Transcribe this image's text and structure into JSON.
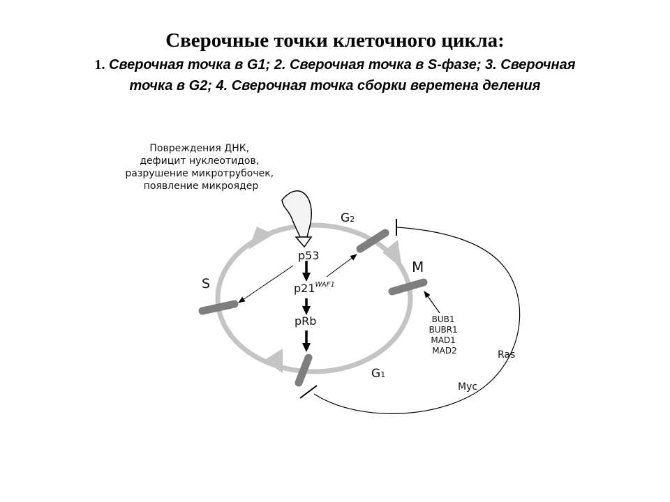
{
  "title": {
    "main": "Сверочные точки клеточного цикла:",
    "line1_num": "1.",
    "line1_text": " Сверочная точка в G1; 2. Сверочная точка в S-фазе; 3. Сверочная",
    "line2_text": "точка в G2; 4. Сверочная точка сборки веретена деления"
  },
  "diagram": {
    "damage_lines": [
      "Повреждения ДНК,",
      "дефицит нуклеотидов,",
      "разрушение микротрубочек,",
      "появление микроядер"
    ],
    "phases": {
      "g2": "G",
      "g2_sub": "2",
      "m": "M",
      "s": "S",
      "g1": "G",
      "g1_sub": "1"
    },
    "proteins": {
      "p53": "p53",
      "p21": "p21",
      "p21_sup": "WAF1",
      "prb": "pRb"
    },
    "spindle_genes": [
      "BUB1",
      "BUBR1",
      "MAD1",
      "MAD2"
    ],
    "oncogenes": {
      "ras": "Ras",
      "myc": "Myc"
    },
    "colors": {
      "cycle": "#c4c4c4",
      "checkpoint": "#7e7e7e",
      "line": "#000000"
    }
  }
}
